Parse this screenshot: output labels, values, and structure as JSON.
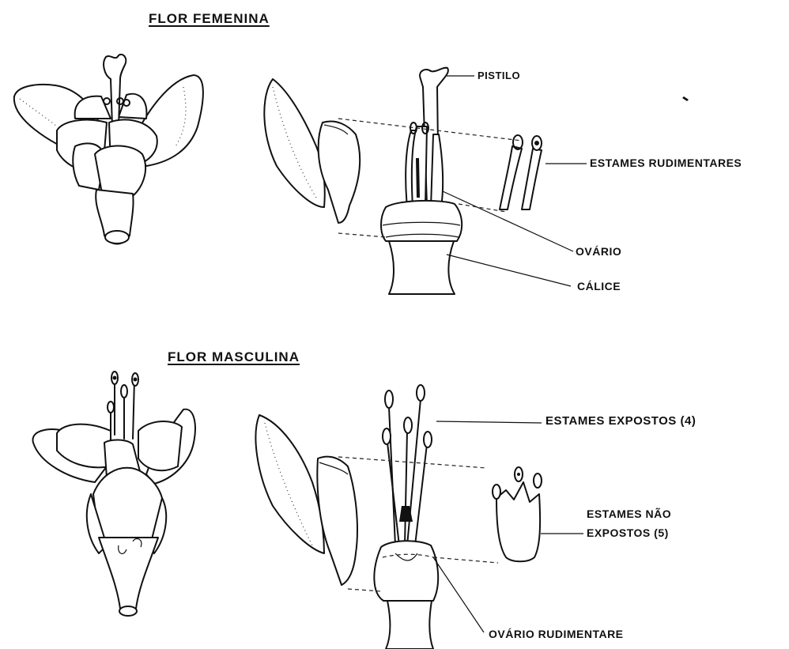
{
  "sections": {
    "female": {
      "title": "FLOR FEMENINA"
    },
    "male": {
      "title": "FLOR MASCULINA"
    }
  },
  "labels": {
    "pistilo": "PISTILO",
    "estames_rudimentares": "ESTAMES RUDIMENTARES",
    "ovario": "OVÁRIO",
    "calice": "CÁLICE",
    "estames_expostos": "ESTAMES EXPOSTOS (4)",
    "estames_nao_expostos_1": "ESTAMES NÃO",
    "estames_nao_expostos_2": "EXPOSTOS (5)",
    "ovario_rudimentare": "OVÁRIO RUDIMENTARE"
  }
}
